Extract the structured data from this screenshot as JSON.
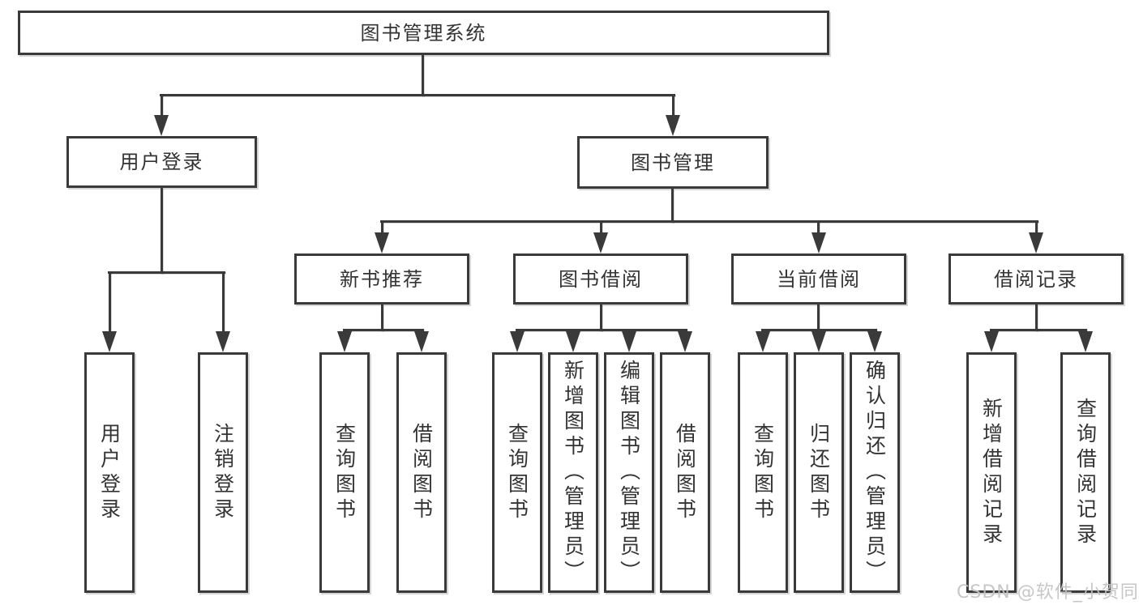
{
  "tree": {
    "root": {
      "label": "图书管理系统"
    },
    "userLogin": {
      "label": "用户登录",
      "children": [
        {
          "label": "用户登录"
        },
        {
          "label": "注销登录"
        }
      ]
    },
    "bookMgmt": {
      "label": "图书管理",
      "children": [
        {
          "label": "新书推荐",
          "children": [
            {
              "label": "查询图书"
            },
            {
              "label": "借阅图书"
            }
          ]
        },
        {
          "label": "图书借阅",
          "children": [
            {
              "label": "查询图书"
            },
            {
              "label": "新增图书（管理员）"
            },
            {
              "label": "编辑图书（管理员）"
            },
            {
              "label": "借阅图书"
            }
          ]
        },
        {
          "label": "当前借阅",
          "children": [
            {
              "label": "查询图书"
            },
            {
              "label": "归还图书"
            },
            {
              "label": "确认归还（管理员）"
            }
          ]
        },
        {
          "label": "借阅记录",
          "children": [
            {
              "label": "新增借阅记录"
            },
            {
              "label": "查询借阅记录"
            }
          ]
        }
      ]
    }
  },
  "watermark": {
    "text": "CSDN @软件_小贺同学"
  },
  "colors": {
    "line": "#3a3a3a",
    "text": "#333333",
    "watermark": "#c3c3c3",
    "background": "#ffffff"
  }
}
